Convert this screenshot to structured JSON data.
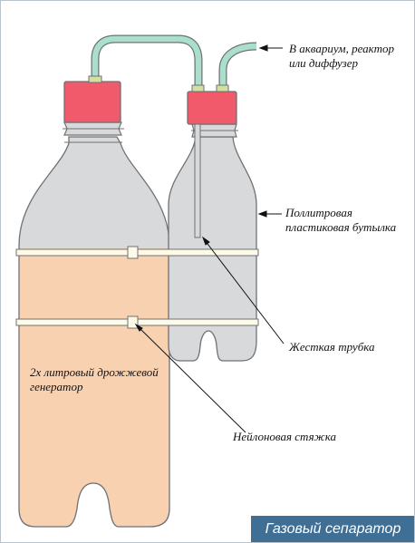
{
  "diagram": {
    "labels": {
      "outlet": [
        "В аквариум, реактор",
        "или диффузер"
      ],
      "small_bottle": [
        "Поллитровая",
        "пластиковая бутылка"
      ],
      "rigid_tube": "Жесткая трубка",
      "zip_tie": "Нейлоновая стяжка",
      "generator": [
        "2х литровый дрожжевой",
        "генератор"
      ]
    },
    "caption": "Газовый сепаратор",
    "colors": {
      "cap": "#f05a6a",
      "hose": "#aadfcc",
      "bottle_fill": "#d8d9db",
      "liquid": "#f8d1b0",
      "outline": "#6f7174",
      "strap": "#fdfbe8",
      "caption_bg": "#3f6f95"
    }
  }
}
